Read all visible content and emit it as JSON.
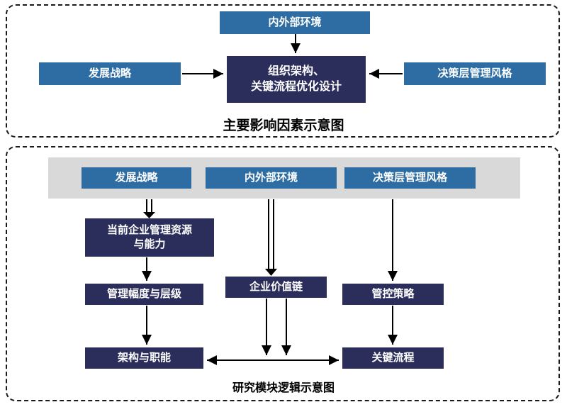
{
  "top_panel": {
    "caption": "主要影响因素示意图",
    "env_box": "内外部环境",
    "strategy_box": "发展战略",
    "center_box_line1": "组织架构、",
    "center_box_line2": "关键流程优化设计",
    "style_box": "决策层管理风格"
  },
  "bottom_panel": {
    "caption": "研究模块逻辑示意图",
    "header_boxes": [
      "发展战略",
      "内外部环境",
      "决策层管理风格"
    ],
    "resources_box_line1": "当前企业管理资源",
    "resources_box_line2": "与能力",
    "span_box": "管理幅度与层级",
    "structure_box": "架构与职能",
    "value_chain_box": "企业价值链",
    "control_box": "管控策略",
    "process_box": "关键流程"
  },
  "colors": {
    "blue_box": "#2e6da4",
    "navy_box": "#2b2d5a",
    "gray_band": "#d9d9d9",
    "arrow": "#000000",
    "dashed_border": "#1a1a1a"
  }
}
